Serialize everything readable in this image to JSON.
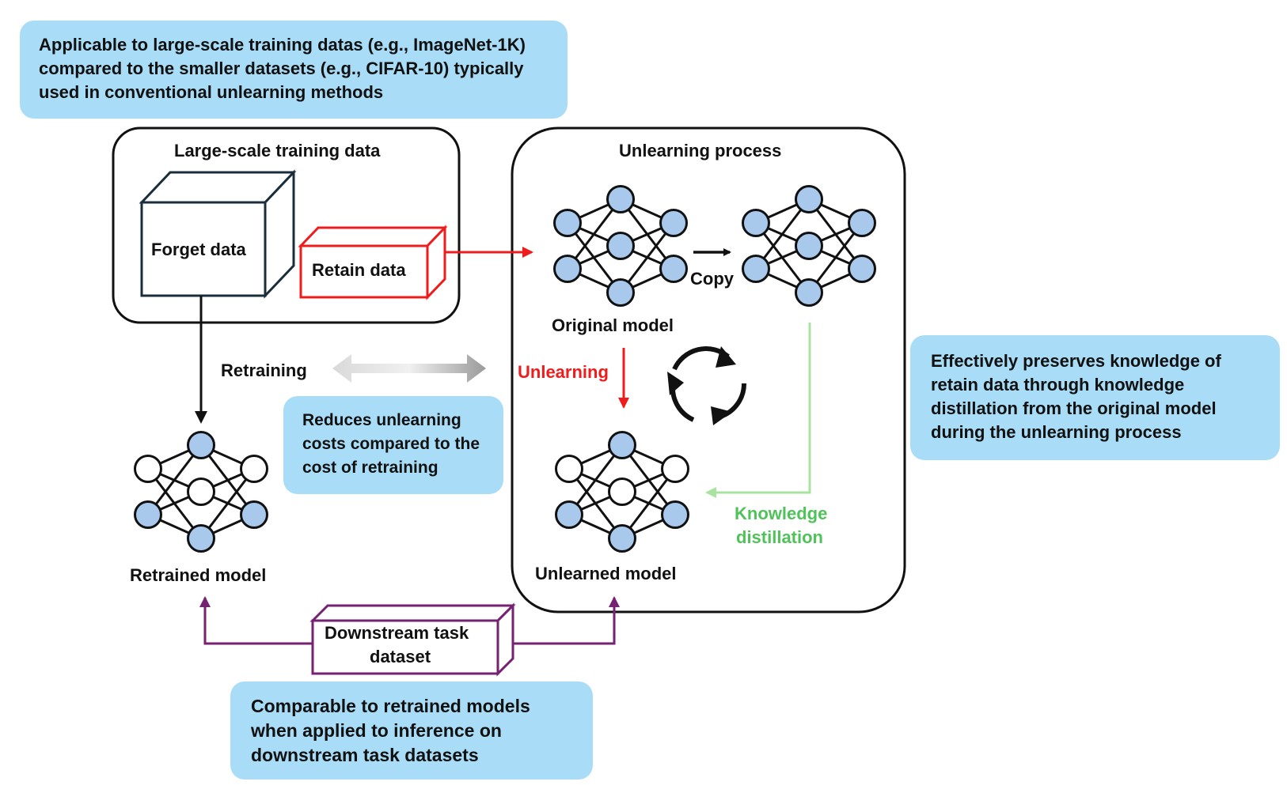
{
  "callouts": {
    "top": "Applicable to large-scale training datas (e.g., ImageNet-1K) compared to the smaller datasets (e.g., CIFAR-10) typically used in conventional unlearning methods",
    "right": "Effectively preserves knowledge of retain data through knowledge distillation from the original model during the unlearning process",
    "middle": "Reduces unlearning costs compared to the cost of retraining",
    "bottom": "Comparable to retrained models when applied to inference on downstream task datasets"
  },
  "labels": {
    "training_data_title": "Large-scale training data",
    "forget_data": "Forget data",
    "retain_data": "Retain data",
    "unlearning_process_title": "Unlearning process",
    "copy": "Copy",
    "original_model": "Original model",
    "unlearning": "Unlearning",
    "knowledge_distillation_line1": "Knowledge",
    "knowledge_distillation_line2": "distillation",
    "unlearned_model": "Unlearned model",
    "retraining": "Retraining",
    "retrained_model": "Retrained model",
    "downstream_line1": "Downstream task",
    "downstream_line2": "dataset"
  },
  "colors": {
    "callout_bg": "#a9dcf6",
    "node_fill": "#a8c8ec",
    "red": "#ee1c1c",
    "green": "#4fc25a",
    "light_green": "#a8e3a0",
    "purple": "#762272",
    "gray": "#9a9a9a",
    "dark_teal": "#1a2d3a"
  },
  "icons": {
    "cycle": "refresh-cycle-icon",
    "network": "neural-network-icon"
  }
}
